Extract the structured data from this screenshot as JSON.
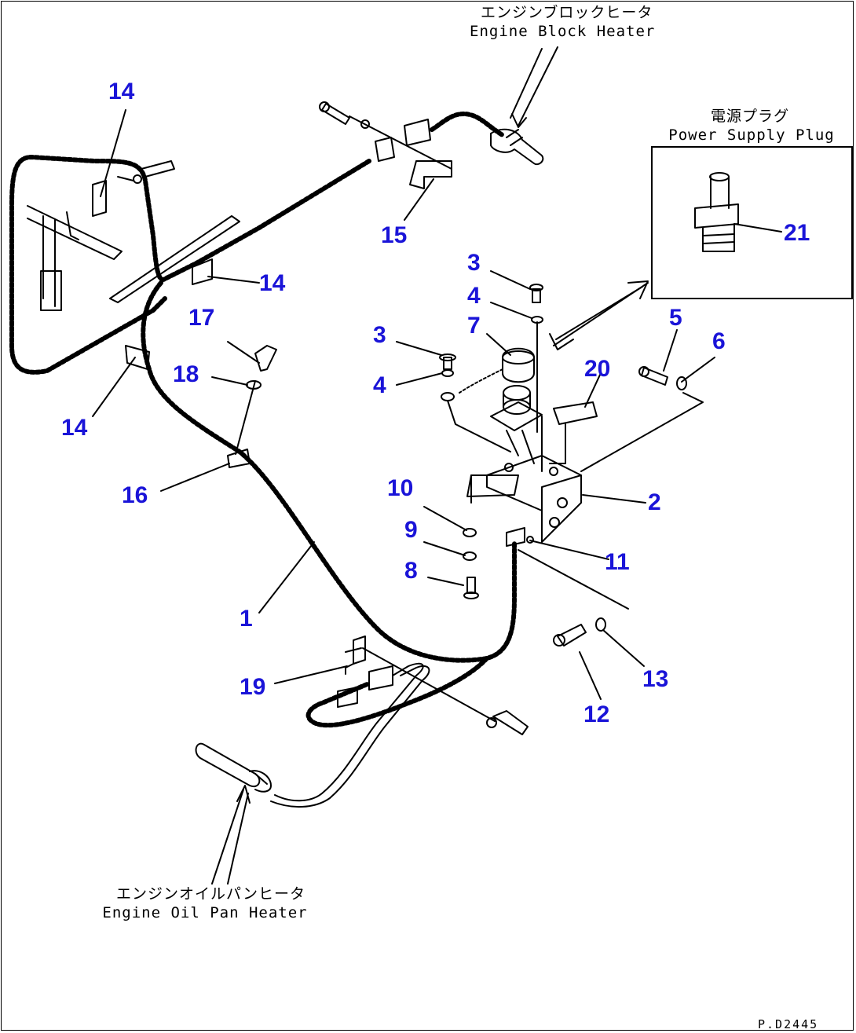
{
  "captions": {
    "engine_block_heater_jp": "エンジンブロックヒータ",
    "engine_block_heater_en": "Engine Block Heater",
    "power_supply_plug_jp": "電源プラグ",
    "power_supply_plug_en": "Power Supply Plug",
    "engine_oil_pan_heater_jp": "エンジンオイルパンヒータ",
    "engine_oil_pan_heater_en": "Engine Oil Pan Heater"
  },
  "callouts": {
    "c14a": "14",
    "c14b": "14",
    "c14c": "14",
    "c15": "15",
    "c21": "21",
    "c3a": "3",
    "c4a": "4",
    "c7": "7",
    "c3b": "3",
    "c4b": "4",
    "c5": "5",
    "c6": "6",
    "c20": "20",
    "c17": "17",
    "c18": "18",
    "c16": "16",
    "c2": "2",
    "c10": "10",
    "c9": "9",
    "c11": "11",
    "c8": "8",
    "c1": "1",
    "c19": "19",
    "c13": "13",
    "c12": "12"
  },
  "drawing_number": "P.D2445",
  "colors": {
    "callout": "#1a14d8",
    "line": "#000000",
    "background": "#ffffff"
  }
}
